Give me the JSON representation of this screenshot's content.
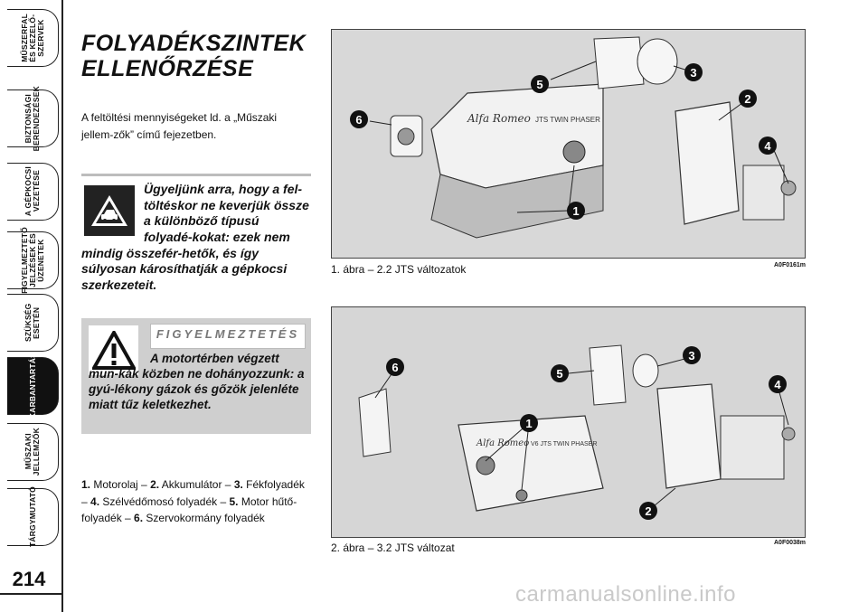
{
  "sidebar": {
    "tabs": [
      {
        "label": "MŰSZERFAL\nÉS KEZELŐ-\nSZERVEK",
        "active": false
      },
      {
        "label": "BIZTONSÁGI\nBERENDEZÉSEK",
        "active": false
      },
      {
        "label": "A GÉPKOCSI\nVEZETÉSE",
        "active": false
      },
      {
        "label": "FIGYELMEZTETŐ\nJELZÉSEK ÉS\nÜZENETEK",
        "active": false
      },
      {
        "label": "SZÜKSÉG ESETÉN",
        "active": false
      },
      {
        "label": "KARBANTARTÁS",
        "active": true
      },
      {
        "label": "MŰSZAKI\nJELLEMZŐK",
        "active": false
      },
      {
        "label": "TÁRGYMUTATÓ",
        "active": false
      }
    ],
    "page_number": "214"
  },
  "main": {
    "title_line1": "FOLYADÉKSZINTEK",
    "title_line2": "ELLENŐRZÉSE",
    "intro": "A feltöltési mennyiségeket ld. a „Műszaki jellem-zők” című fejezetben.",
    "caution": "Ügyeljünk arra, hogy a fel-töltéskor ne keverjük össze a különböző típusú folyadé-kokat: ezek nem mindig összefér-hetők, és így súlyosan károsíthatják a gépkocsi szerkezeteit.",
    "warning_header": "FIGYELMEZTETÉS",
    "warning_text": "A motortérben végzett mun-kák közben ne dohányozzunk: a gyú-lékony gázok és gőzök jelenléte miatt tűz keletkezhet.",
    "legend": {
      "n1": "1.",
      "t1": "Motorolaj –",
      "n2": "2.",
      "t2": "Akkumulátor –",
      "n3": "3.",
      "t3": "Fékfolyadék –",
      "n4": "4.",
      "t4": "Szélvédőmosó folyadék –",
      "n5": "5.",
      "t5": "Motor hűtő-folyadék –",
      "n6": "6.",
      "t6": "Szervokormány folyadék"
    }
  },
  "figures": [
    {
      "caption": "1. ábra – 2.2 JTS változatok",
      "code": "A0F0161m",
      "engine_brand": "Alfa Romeo",
      "engine_label": "JTS TWIN PHASER",
      "callouts": [
        "5",
        "3",
        "2",
        "6",
        "4",
        "1"
      ]
    },
    {
      "caption": "2. ábra – 3.2 JTS változat",
      "code": "A0F0038m",
      "engine_brand": "Alfa Romeo",
      "engine_label": "V6 JTS TWIN PHASER",
      "callouts": [
        "3",
        "6",
        "5",
        "4",
        "1",
        "2"
      ]
    }
  ],
  "watermark": "carmanualsonline.info"
}
